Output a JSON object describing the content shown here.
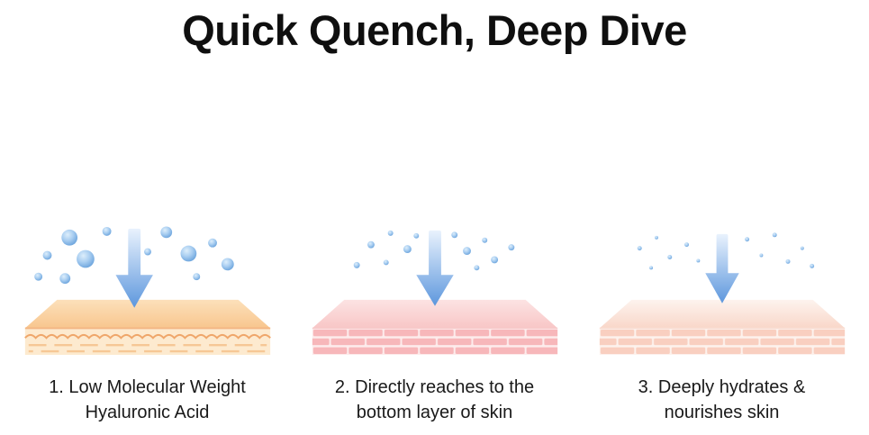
{
  "title": "Quick Quench, Deep Dive",
  "steps": [
    {
      "step_number": "1",
      "caption_line1": "1. Low Molecular Weight",
      "caption_line2": "Hyaluronic Acid",
      "illustration": {
        "droplet_size": "large",
        "skin_style": "peach-layers-with-wavy-epidermis",
        "icons": [
          "water-droplets",
          "down-arrow"
        ]
      }
    },
    {
      "step_number": "2",
      "caption_line1": "2. Directly reaches to the",
      "caption_line2": "bottom layer of skin",
      "illustration": {
        "droplet_size": "medium",
        "skin_style": "pink-brick-layers",
        "icons": [
          "water-droplets",
          "down-arrow"
        ]
      }
    },
    {
      "step_number": "3",
      "caption_line1": "3. Deeply hydrates &",
      "caption_line2": "nourishes skin",
      "illustration": {
        "droplet_size": "small",
        "skin_style": "light-pink-brick-layers",
        "icons": [
          "water-droplets",
          "down-arrow"
        ]
      }
    }
  ],
  "colors": {
    "background": "#ffffff",
    "title_text": "#0f0f0f",
    "caption_text": "#191919",
    "droplet_blue": "#5d9ad8",
    "arrow_blue_dark": "#5d97dd",
    "arrow_blue_light": "#e9f2fd",
    "skin1_top": "#f8c68e",
    "skin1_face": "#fdeacf",
    "skin1_wave_line": "#efa66a",
    "skin2_top": "#f8c6c6",
    "skin2_brick": "#f7b7ba",
    "skin3_top": "#f9d7c9",
    "skin3_brick": "#f9cfc0"
  }
}
